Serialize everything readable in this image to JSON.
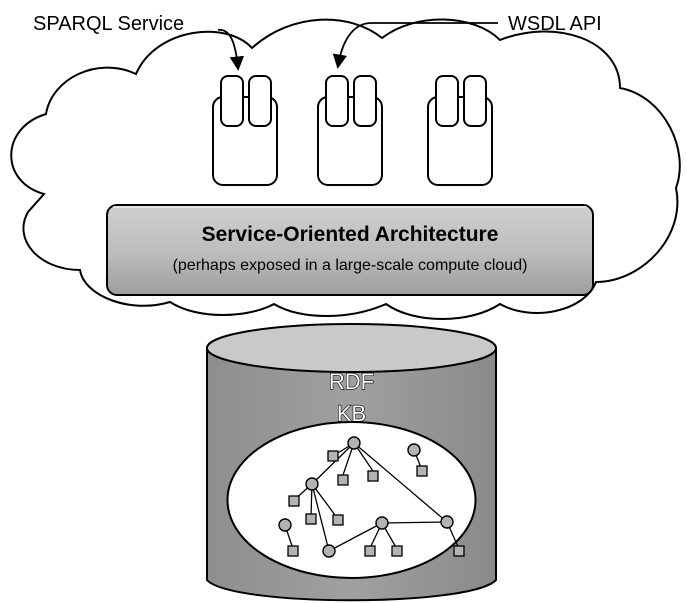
{
  "callouts": {
    "sparql_label": "SPARQL Service",
    "wsdl_label": "WSDL API"
  },
  "soa_band": {
    "title": "Service-Oriented Architecture",
    "subtitle": "(perhaps exposed in a large-scale compute cloud)"
  },
  "database": {
    "label_line1": "RDF",
    "label_line2": "KB"
  },
  "colors": {
    "band_fill": "#bfbfbf",
    "database_fill": "#9a9a9a",
    "node_fill": "#b3b3b3",
    "outline": "#000000"
  }
}
